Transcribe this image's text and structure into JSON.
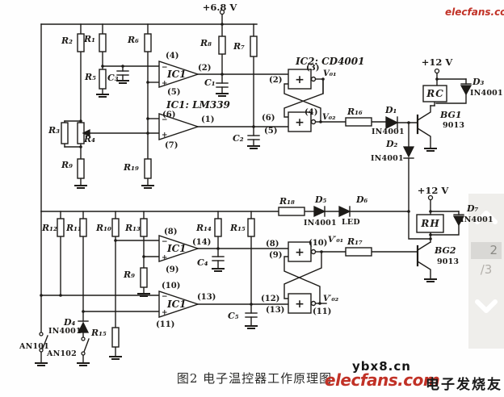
{
  "page": {
    "caption": "图2  电子温控器工作原理图",
    "watermark_top_right": "elecfans.com",
    "watermark_url": "ybx8.cn",
    "watermark_brand": "elecfans.com",
    "watermark_cn": "电子发烧友"
  },
  "pager": {
    "current": "2",
    "total": "/3"
  },
  "colors": {
    "ink": "#1d1b18",
    "red": "#c13126",
    "panel": "#efeeeb",
    "page_box": "#d9d8d5"
  },
  "supplies": {
    "v68": "+6.8 V",
    "v12": "+12 V"
  },
  "ics": {
    "ic1": "IC1",
    "ic1_full": "IC1: LM339",
    "ic2_full": "IC2: CD4001"
  },
  "pins": {
    "p1": "(1)",
    "p2": "(2)",
    "p3": "(3)",
    "p4": "(4)",
    "p5": "(5)",
    "p6": "(6)",
    "p7": "(7)",
    "p8": "(8)",
    "p9": "(9)",
    "p10": "(10)",
    "p11": "(11)",
    "p12": "(12)",
    "p13": "(13)",
    "p14": "(14)"
  },
  "marks": {
    "minus": "−",
    "plus": "+"
  },
  "signals": {
    "vo1": "V₀₁",
    "vo2": "V₀₂",
    "vo1p": "V′₀₁",
    "vo2p": "V′₀₂"
  },
  "resistors": {
    "r1": "R₁",
    "r2": "R₂",
    "r3": "R₃",
    "r4": "R₄",
    "r5": "R₅",
    "r6": "R₆",
    "r7": "R₇",
    "r8": "R₈",
    "r9": "R₉",
    "r10": "R₁₀",
    "r11": "R₁₁",
    "r12": "R₁₂",
    "r13": "R₁₃",
    "r14": "R₁₄",
    "r15": "R₁₅",
    "r16": "R₁₆",
    "r17": "R₁₇",
    "r18": "R₁₈",
    "r19": "R₁₉"
  },
  "capacitors": {
    "c1": "C₁",
    "c2": "C₂",
    "c3": "C₃",
    "c4": "C₄",
    "c5": "C₅"
  },
  "diodes": {
    "d1": "D₁",
    "d2": "D₂",
    "d3": "D₃",
    "d4": "D₄",
    "d5": "D₅",
    "d6": "D₆",
    "d7": "D₇",
    "part": "IN4001",
    "led_label": "LED"
  },
  "transistors": {
    "bg1": "BG1",
    "bg2": "BG2",
    "part": "9013"
  },
  "relays": {
    "rc": "RC",
    "rh": "RH"
  },
  "switches": {
    "an101": "AN101",
    "an102": "AN102"
  }
}
